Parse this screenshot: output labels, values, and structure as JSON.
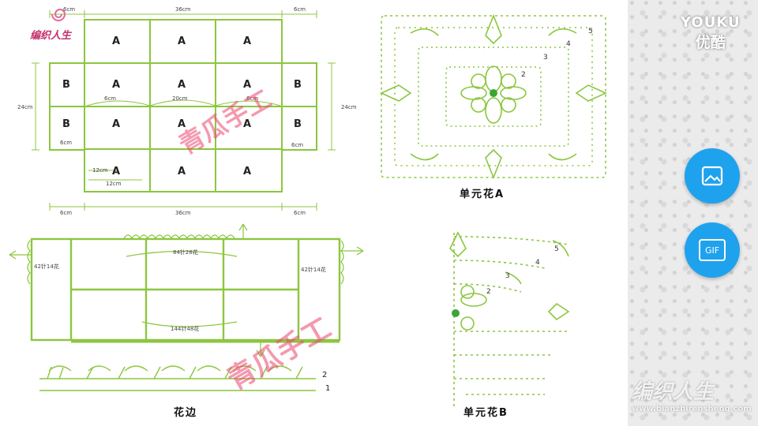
{
  "top_diagram": {
    "cells": [
      [
        "A",
        "A",
        "A"
      ],
      [
        "A",
        "A",
        "A"
      ],
      [
        "A",
        "A",
        "A"
      ],
      [
        "A",
        "A",
        "A"
      ]
    ],
    "side_cells": [
      "B",
      "B"
    ],
    "dim_top_left": "6cm",
    "dim_top_mid": "36cm",
    "dim_top_right": "6cm",
    "dim_bottom_left": "6cm",
    "dim_bottom_mid": "36cm",
    "dim_bottom_right": "6cm",
    "dim_left_height": "24cm",
    "dim_right_height": "24cm",
    "dim_inner_left": "6cm",
    "dim_inner_mid": "20cm",
    "dim_inner_right": "6cm",
    "dim_b_left": "6cm",
    "dim_b_right": "6cm",
    "dim_12_a": "12cm",
    "dim_12_b": "12cm"
  },
  "bottom_diagram": {
    "label_top": "84针28花",
    "label_left": "42针14花",
    "label_right": "42针14花",
    "label_bottom": "144针48花",
    "row_1": "1",
    "row_2": "2"
  },
  "captions": {
    "flower_a": "单元花A",
    "flower_b": "单元花B",
    "edging": "花边"
  },
  "brand_logo": "编织人生",
  "watermark_stamp": "青瓜手工",
  "player": {
    "logo_line1": "YOUKU",
    "logo_line2": "优酷",
    "screenshot_icon": "image-icon",
    "gif_label": "GIF",
    "site_watermark": "编织人生",
    "site_url": "www.bianzhirensheng.com"
  },
  "colors": {
    "diagram_green": "#8cc63f",
    "stamp_pink": "#e8466e",
    "fab_blue": "#1fa2ee"
  }
}
